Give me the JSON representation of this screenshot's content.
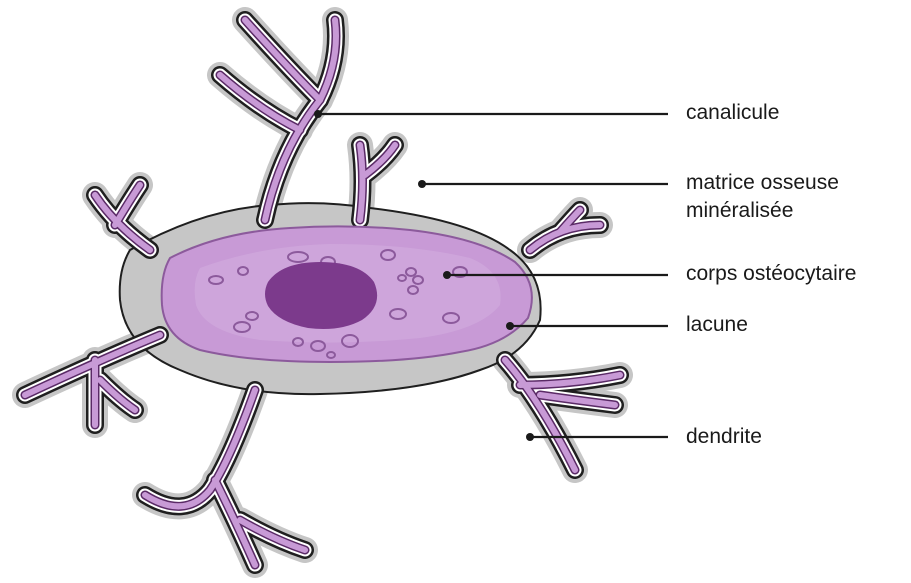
{
  "labels": {
    "canalicule": "canalicule",
    "matrice_line1": "matrice osseuse",
    "matrice_line2": "minéralisée",
    "corps": "corps ostéocytaire",
    "lacune": "lacune",
    "dendrite": "dendrite"
  },
  "colors": {
    "lacuna_gray": "#c6c6c6",
    "cytoplasm": "#c89ad6",
    "cytoplasm_light": "#d9b6e4",
    "nucleus": "#7c3a8c",
    "outline": "#1f1f1f",
    "pointer": "#1a1a1a"
  }
}
